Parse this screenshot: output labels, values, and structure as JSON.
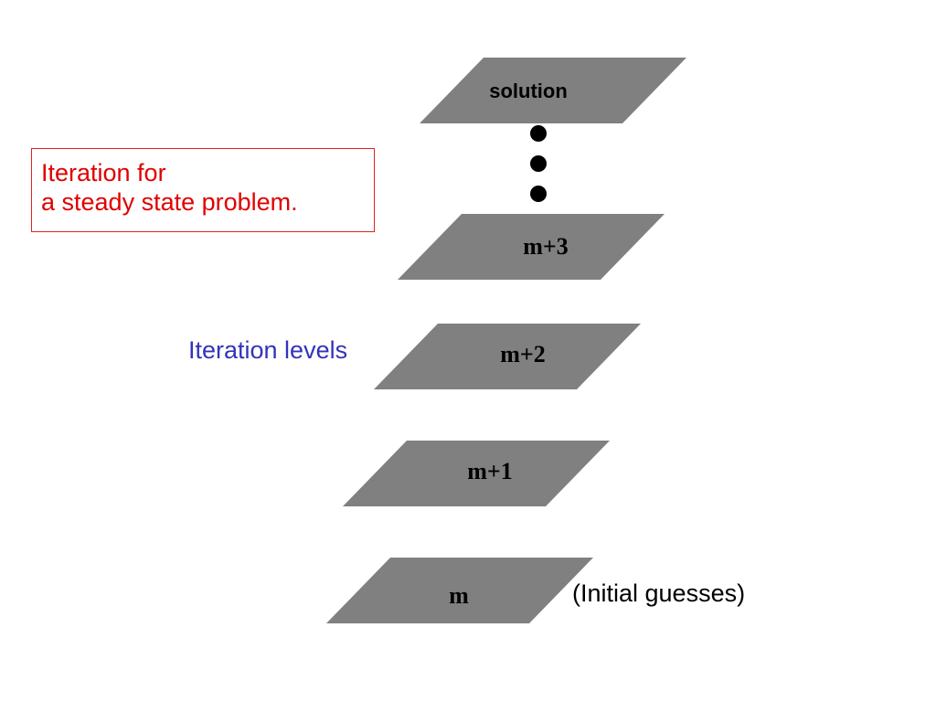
{
  "title": {
    "lines": [
      "Iteration for",
      "a steady state problem."
    ],
    "color": "#e00000",
    "border_color": "#e02020"
  },
  "levels": [
    {
      "label": "solution",
      "font": "sans"
    },
    {
      "label": "m+3",
      "font": "serif"
    },
    {
      "label": "m+2",
      "font": "serif"
    },
    {
      "label": "m+1",
      "font": "serif"
    },
    {
      "label": "m",
      "font": "serif"
    }
  ],
  "ellipsis_dot_count": 3,
  "levels_label": {
    "text": "Iteration levels",
    "color": "#3333bb"
  },
  "initial_label": {
    "text": "(Initial guesses)",
    "color": "#000000"
  },
  "colors": {
    "shape_fill": "#808080",
    "dot_fill": "#000000",
    "background": "#ffffff"
  }
}
